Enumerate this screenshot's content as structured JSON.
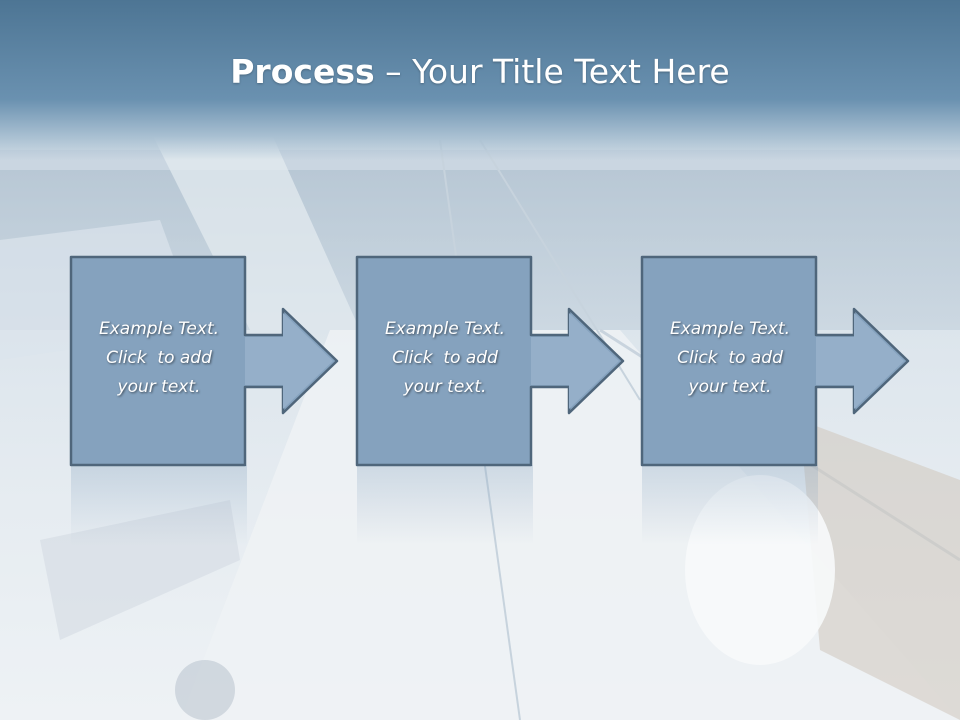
{
  "slide": {
    "title_bold": "Process",
    "title_rest": " – Your Title Text Here",
    "colors": {
      "title_band": "#5a82a2",
      "box_fill": "#85a2be",
      "box_stroke": "#4f667b",
      "arrow_fill": "#95afc9"
    }
  },
  "steps": [
    {
      "line1": "Example Text.",
      "line2": "Click  to add",
      "line3": "your text."
    },
    {
      "line1": "Example Text.",
      "line2": "Click  to add",
      "line3": "your text."
    },
    {
      "line1": "Example Text.",
      "line2": "Click  to add",
      "line3": "your text."
    }
  ],
  "background": {
    "icon": "sailboat-deck-photo"
  }
}
